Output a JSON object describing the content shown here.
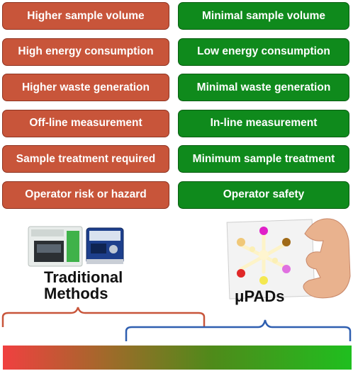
{
  "left_boxes": [
    "Higher sample volume",
    "High energy consumption",
    "Higher waste generation",
    "Off-line measurement",
    "Sample treatment required",
    "Operator risk or hazard"
  ],
  "right_boxes": [
    "Minimal sample volume",
    "Low energy consumption",
    "Minimal waste generation",
    "In-line measurement",
    "Minimum sample treatment",
    "Operator safety"
  ],
  "labels": {
    "traditional_line1": "Traditional",
    "traditional_line2": "Methods",
    "upads": "μPADs"
  },
  "colors": {
    "red_box": "#c8553a",
    "green_box": "#0f8a1c",
    "left_bracket": "#c8553a",
    "right_bracket": "#2f5fb0",
    "gradient_start": "#f04040",
    "gradient_end": "#1fbf1f"
  },
  "icons": {
    "instruments": "lab-instruments-icon",
    "paper_device": "paper-microfluidic-device-icon"
  }
}
